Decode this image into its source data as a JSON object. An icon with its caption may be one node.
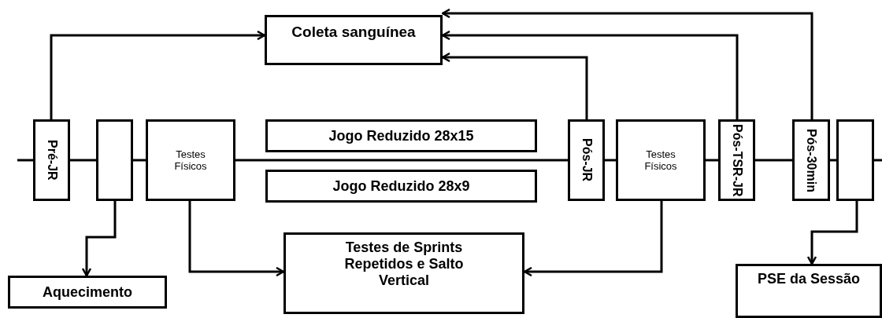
{
  "diagram": {
    "nodes": [
      {
        "text": [
          "Coleta sanguínea"
        ]
      },
      {
        "text": [
          "Jogo Reduzido 28x15"
        ]
      },
      {
        "text": [
          "Jogo Reduzido 28x9"
        ]
      },
      {
        "text": [
          "Pré-JR"
        ]
      },
      {
        "text": [],
        "shape": "box"
      },
      {
        "text": [
          "Testes Físicos"
        ]
      },
      {
        "text": [
          "Pós-JR"
        ]
      },
      {
        "text": [
          "Testes Físicos"
        ]
      },
      {
        "text": [
          "Pós-TSR-JR"
        ]
      },
      {
        "text": [
          "Pós-30min"
        ]
      },
      {
        "text": [],
        "shape": "box"
      },
      {
        "text": [
          "Aquecimento"
        ]
      },
      {
        "text": [
          "Testes de Sprints Repetidos e Salto Vertical"
        ]
      },
      {
        "text": [
          "PSE da Sessão"
        ]
      }
    ],
    "edges": [
      {
        "from": null,
        "to": 3,
        "arrow": "none"
      },
      {
        "from": 3,
        "to": 4,
        "arrow": "none"
      },
      {
        "from": 4,
        "to": 5,
        "arrow": "none"
      },
      {
        "from": 5,
        "to": 6,
        "arrow": "none"
      },
      {
        "from": 6,
        "to": 7,
        "arrow": "none"
      },
      {
        "from": 7,
        "to": 8,
        "arrow": "none"
      },
      {
        "from": 8,
        "to": 9,
        "arrow": "none"
      },
      {
        "from": 9,
        "to": 10,
        "arrow": "none"
      },
      {
        "from": 10,
        "to": null,
        "arrow": "none"
      },
      {
        "from": 3,
        "to": 0,
        "arrow": "to"
      },
      {
        "from": 6,
        "to": 0,
        "arrow": "to"
      },
      {
        "from": 8,
        "to": 0,
        "arrow": "to"
      },
      {
        "from": 9,
        "to": 0,
        "arrow": "to"
      },
      {
        "from": 4,
        "to": 11,
        "arrow": "to"
      },
      {
        "from": 5,
        "to": 12,
        "arrow": "to"
      },
      {
        "from": 7,
        "to": 12,
        "arrow": "to"
      },
      {
        "from": 10,
        "to": 13,
        "arrow": "to"
      }
    ]
  }
}
